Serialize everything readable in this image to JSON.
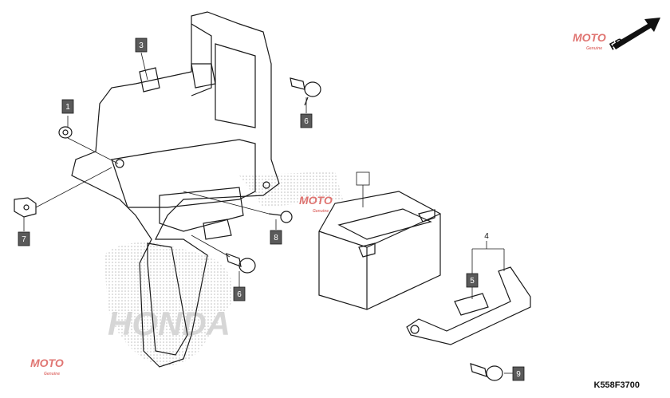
{
  "figure_code": "K558F3700",
  "front_arrow_label": "FR.",
  "watermark_text": "MOTO",
  "watermark_subtext": "Genuine",
  "background_logo_text": "HONDA",
  "callouts": [
    {
      "id": "c1",
      "label": "1"
    },
    {
      "id": "c3",
      "label": "3"
    },
    {
      "id": "c6a",
      "label": "6"
    },
    {
      "id": "c7",
      "label": "7"
    },
    {
      "id": "c8",
      "label": "8"
    },
    {
      "id": "c6b",
      "label": "6"
    },
    {
      "id": "c5",
      "label": "5"
    },
    {
      "id": "c9",
      "label": "9"
    },
    {
      "id": "cbat",
      "label": ""
    }
  ],
  "assembly_label": "4",
  "colors": {
    "line": "#1a1a1a",
    "callout_fill": "#5a5a5a",
    "watermark_red": "#d9534f",
    "watermark_blue": "#3a6fb5",
    "stipple": "#cfcfcf"
  }
}
